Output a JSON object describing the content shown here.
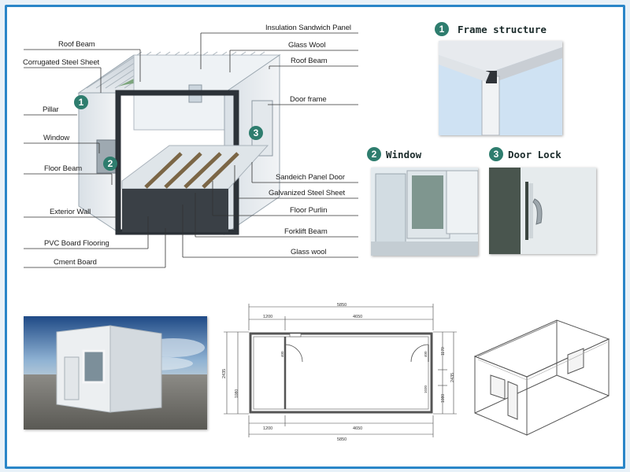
{
  "left_labels": [
    "Roof Beam",
    "Corrugated Steel Sheet",
    "Pillar",
    "Window",
    "Floor Beam",
    "Exterior Wall",
    "PVC Board Flooring",
    "Cment Board"
  ],
  "right_labels": [
    "Insulation Sandwich Panel",
    "Glass Wool",
    "Roof Beam",
    "Door frame",
    "Sandeich Panel Door",
    "Galvanized Steel Sheet",
    "Floor Purlin",
    "Forklift Beam",
    "Glass wool"
  ],
  "diagram_markers": [
    "1",
    "2",
    "3"
  ],
  "callouts": [
    {
      "number": "1",
      "title": "Frame structure"
    },
    {
      "number": "2",
      "title": "Window"
    },
    {
      "number": "3",
      "title": "Door Lock"
    }
  ],
  "floor_plan": {
    "top_total": "5850",
    "top_left": "1200",
    "top_right": "4650",
    "bottom_total": "5850",
    "bottom_left": "1200",
    "bottom_right": "4650",
    "left_height": "2435",
    "right_height": "2435",
    "inner_left": "1080",
    "door_dim": "400",
    "window_dim": "1170",
    "right_small": "1030",
    "right_low": "1080"
  },
  "colors": {
    "frame_border": "#2a86c8",
    "badge": "#2e7d6e",
    "panel": "#e9edf0",
    "dark_frame": "#2c3238"
  }
}
